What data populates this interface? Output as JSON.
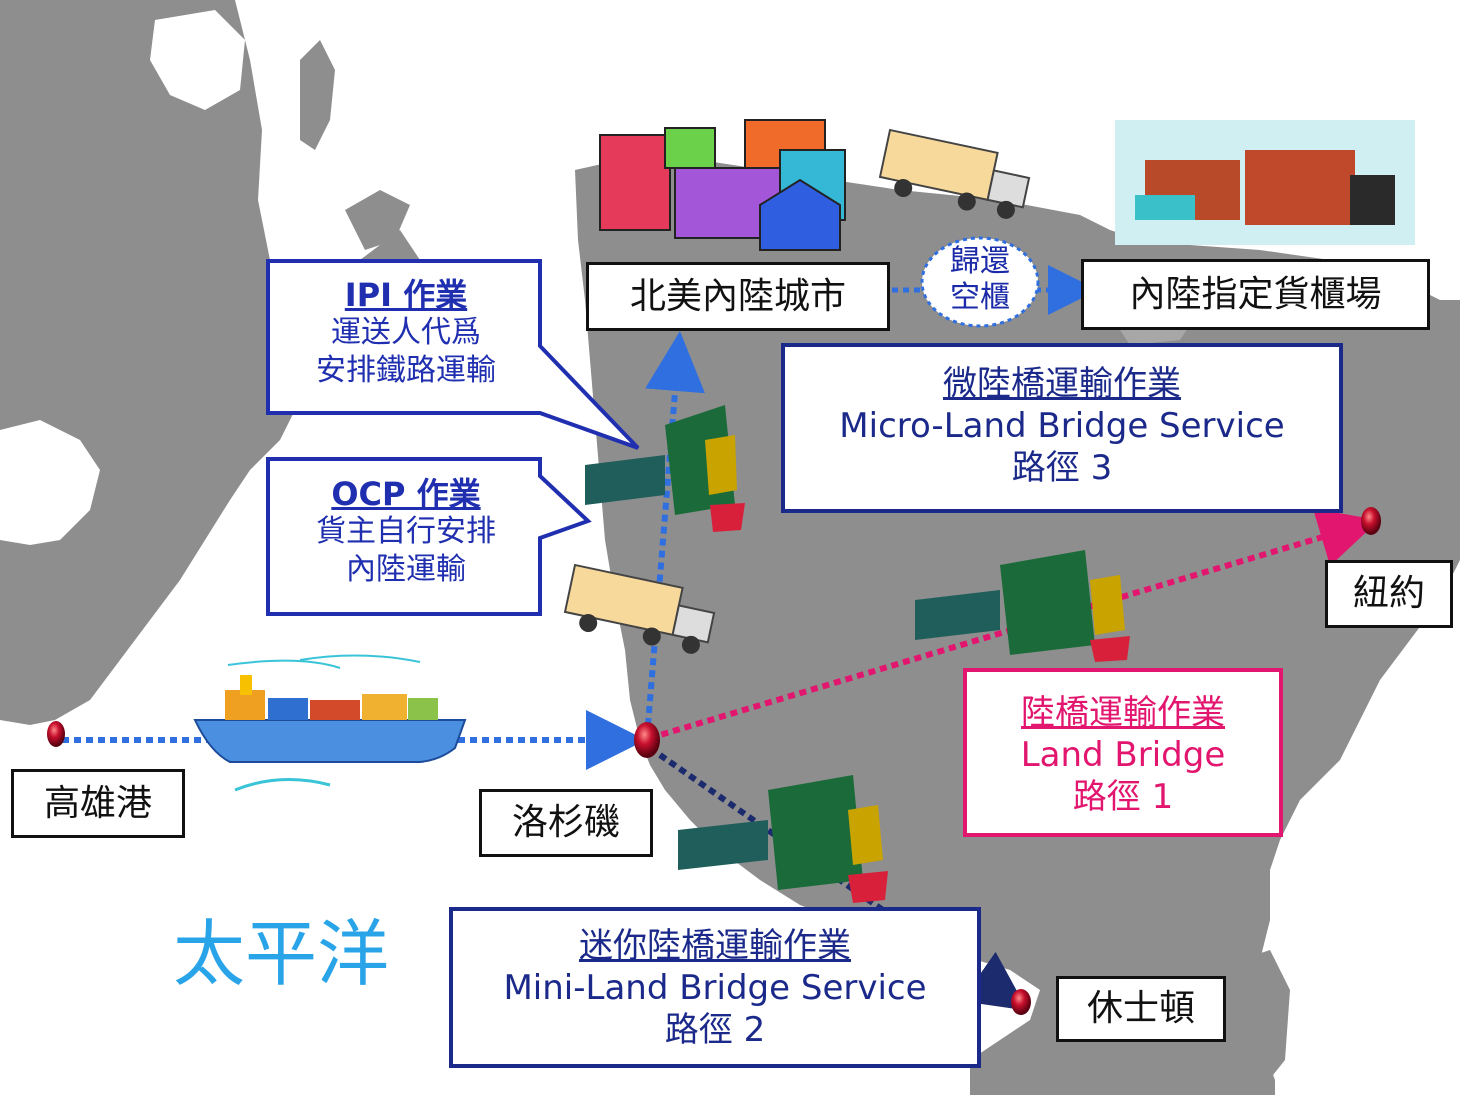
{
  "cities": {
    "kaohsiung": "高雄港",
    "losangeles": "洛杉磯",
    "newyork": "紐約",
    "houston": "休士頓",
    "inland_city": "北美內陸城市",
    "depot": "內陸指定貨櫃場"
  },
  "return_empty": {
    "line1": "歸還",
    "line2": "空櫃"
  },
  "ocean_label": "太平洋",
  "ipi": {
    "title": "IPI 作業",
    "line1": "運送人代爲",
    "line2": "安排鐵路運輸"
  },
  "ocp": {
    "title": "OCP 作業",
    "line1": "貨主自行安排",
    "line2": "內陸運輸"
  },
  "micro": {
    "title": "微陸橋運輸作業",
    "subtitle": "Micro-Land Bridge Service",
    "route": "路徑 3"
  },
  "land": {
    "title": "陸橋運輸作業",
    "subtitle": "Land Bridge",
    "route": "路徑 1"
  },
  "mini": {
    "title": "迷你陸橋運輸作業",
    "subtitle": "Mini-Land Bridge Service",
    "route": "路徑 2"
  },
  "colors": {
    "map_land": "#8e8e8e",
    "sea_route": "#2f6fe0",
    "land_bridge": "#e2166e",
    "mini_route": "#1c2a6e",
    "callout_blue": "#1f2fb0",
    "service_box": "#1b2a8a",
    "land_bridge_box": "#e2166e",
    "ocean_text": "#2aa4e8"
  },
  "icons": [
    "ship-icon",
    "locomotive-icon",
    "truck-icon",
    "city-buildings-icon",
    "container-yard-icon",
    "pin-icon"
  ]
}
